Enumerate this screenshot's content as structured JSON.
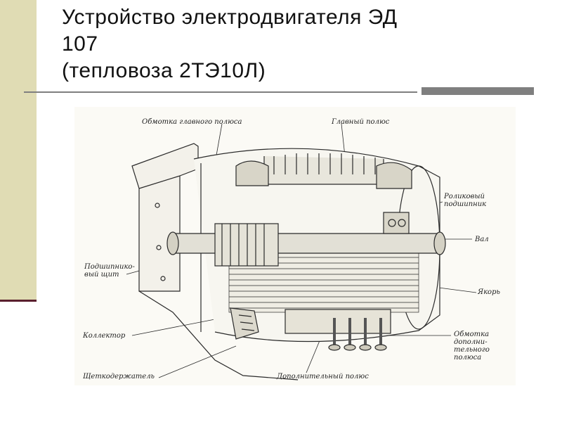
{
  "slide": {
    "title_line1": "Устройство электродвигателя ЭД",
    "title_line2": "107",
    "title_line3": "(тепловоза 2ТЭ10Л)"
  },
  "figure": {
    "labels": {
      "main_pole_winding": "Обмотка главного полюса",
      "main_pole": "Главный полюс",
      "roller_bearing": "Роликовый\nподшипник",
      "shaft": "Вал",
      "bearing_shield": "Подшипнико-\nвый щит",
      "armature": "Якорь",
      "commutator": "Коллектор",
      "aux_pole_winding": "Обмотка\nдополни-\nтельного\nполюса",
      "brush_holder": "Щеткодержатель",
      "aux_pole": "Дополнительный полюс"
    }
  }
}
